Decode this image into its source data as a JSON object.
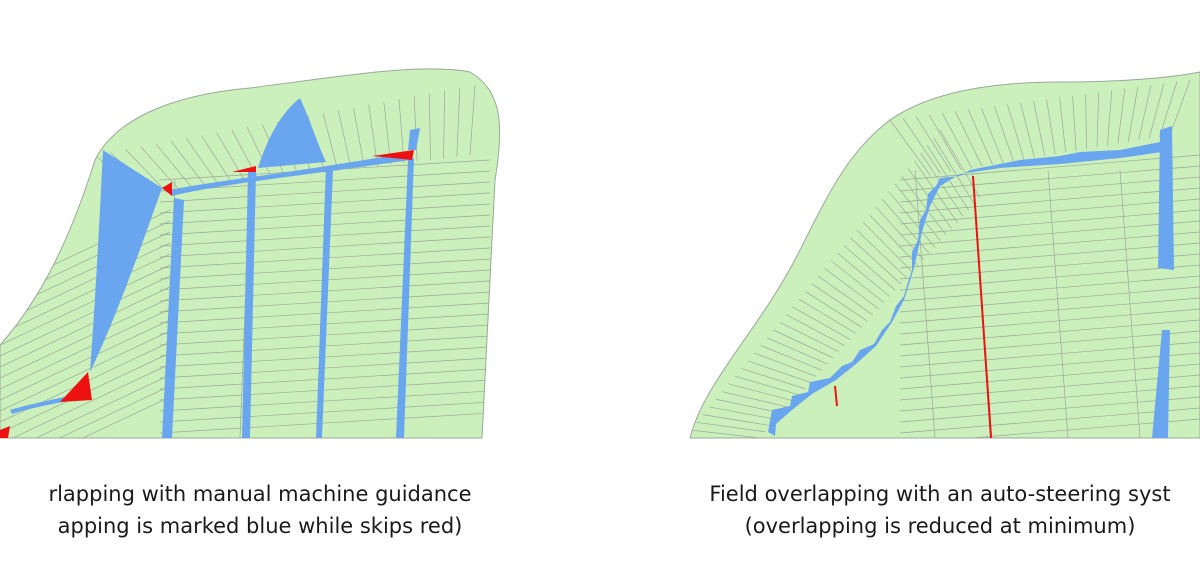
{
  "colors": {
    "field": "#ccf0bb",
    "pass_line": "#9aa89a",
    "overlap": "#6aa6ef",
    "skip": "#ee1111",
    "text": "#1a1a1a"
  },
  "left_panel": {
    "caption_line1": "rlapping with manual machine guidance",
    "caption_line2": "apping is marked blue while skips red)"
  },
  "right_panel": {
    "caption_line1": "Field overlapping with an auto-steering syst",
    "caption_line2": "(overlapping is reduced at minimum)"
  }
}
